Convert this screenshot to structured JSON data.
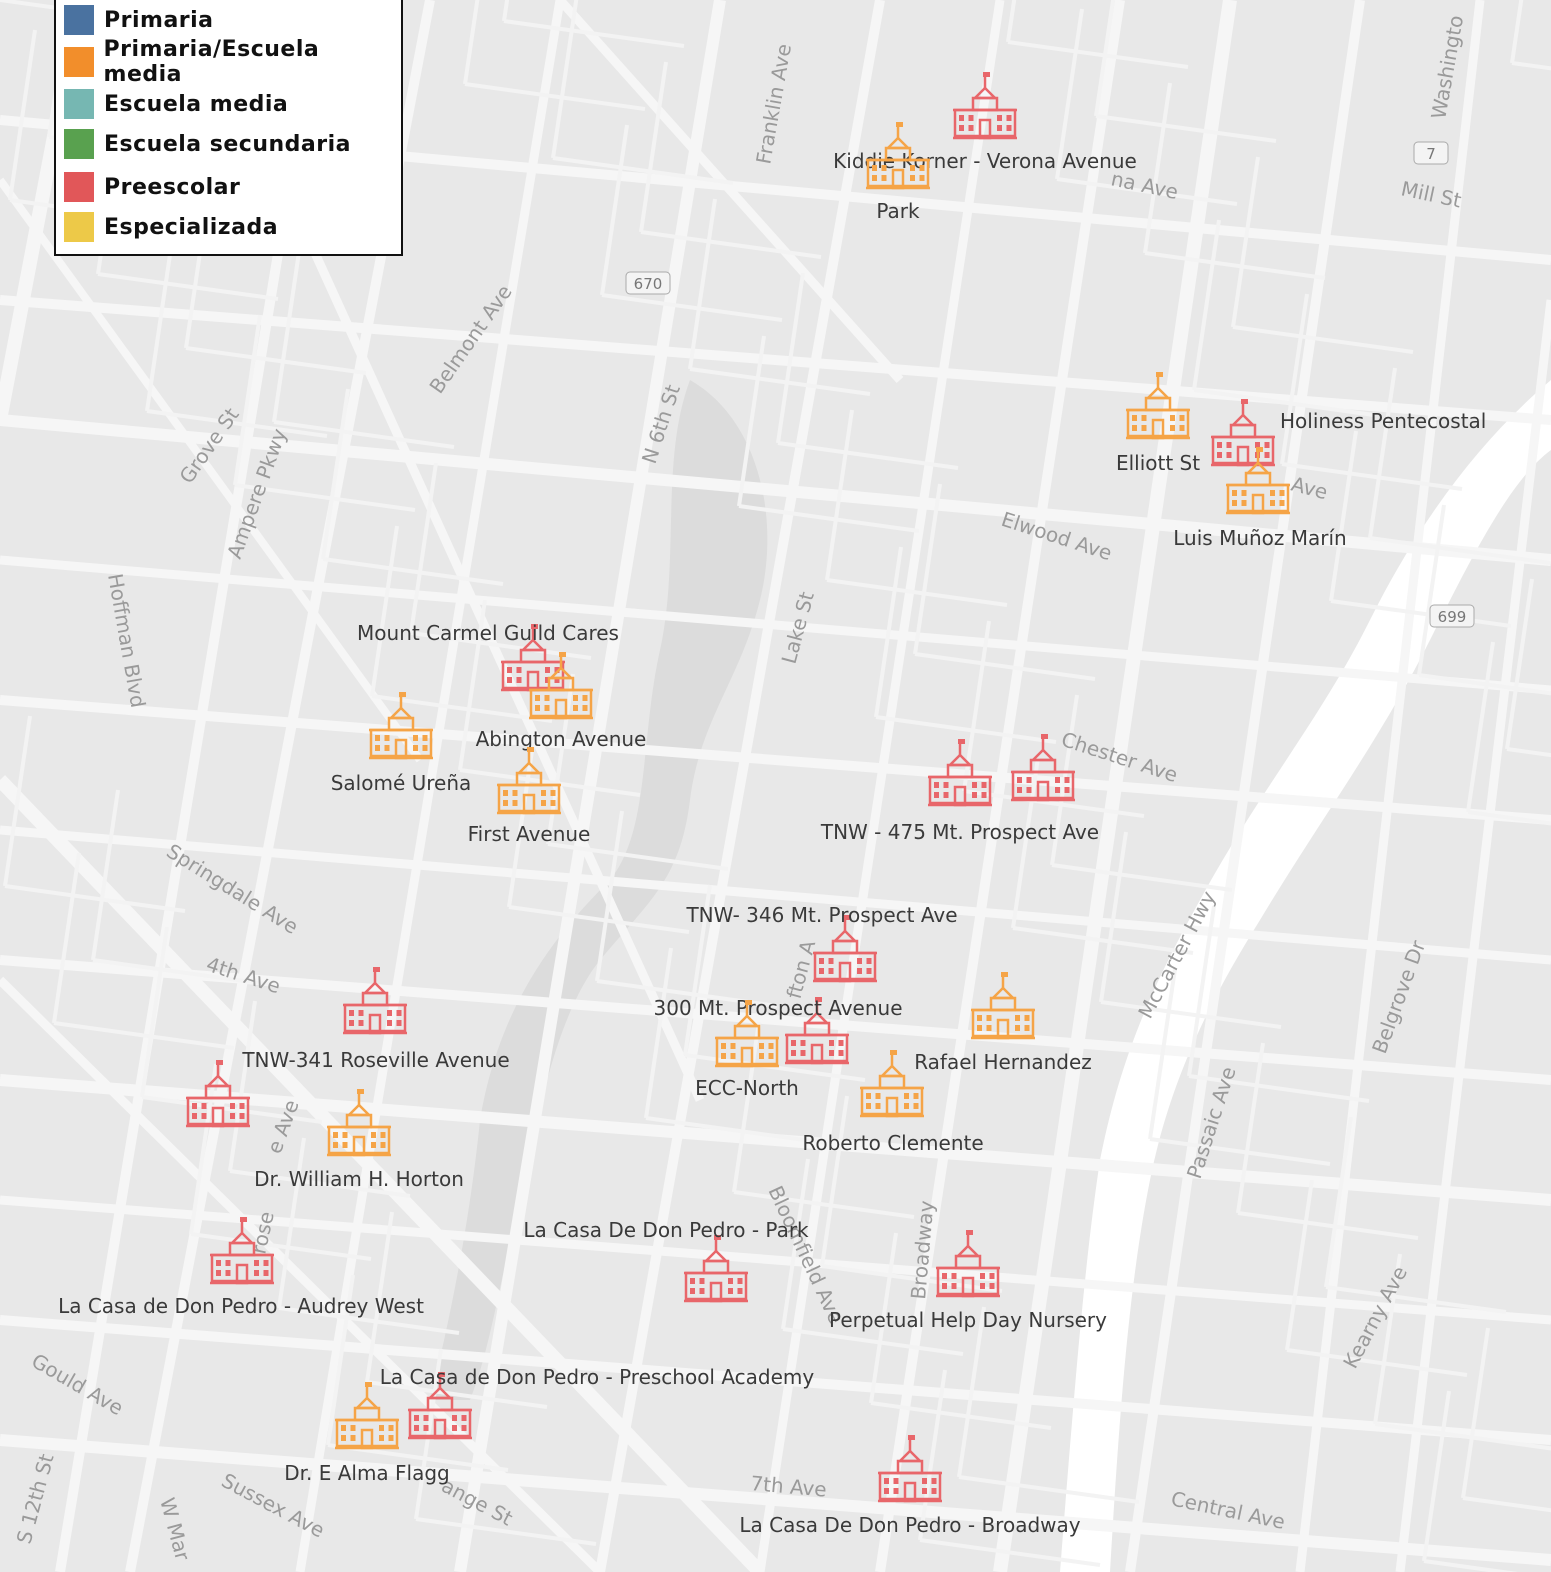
{
  "legend": [
    {
      "label": "Primaria",
      "color": "#4a72a0"
    },
    {
      "label": "Primaria/Escuela media",
      "color": "#f28e2b"
    },
    {
      "label": "Escuela media",
      "color": "#76b7b2"
    },
    {
      "label": "Escuela secundaria",
      "color": "#59a14f"
    },
    {
      "label": "Preescolar",
      "color": "#e15759"
    },
    {
      "label": "Especializada",
      "color": "#edc948"
    }
  ],
  "schools": [
    {
      "name": "Kiddie Korner - Verona Avenue",
      "type": "Preescolar"
    },
    {
      "name": "Park",
      "type": "Primaria/Escuela media"
    },
    {
      "name": "Elliott St",
      "type": "Primaria/Escuela media"
    },
    {
      "name": "Holiness Pentecostal",
      "type": "Preescolar"
    },
    {
      "name": "Luis Muñoz Marín",
      "type": "Primaria/Escuela media"
    },
    {
      "name": "Mount Carmel Guild Cares",
      "type": "Preescolar"
    },
    {
      "name": "Abington Avenue",
      "type": "Primaria/Escuela media"
    },
    {
      "name": "Salomé Ureña",
      "type": "Primaria/Escuela media"
    },
    {
      "name": "First Avenue",
      "type": "Primaria/Escuela media"
    },
    {
      "name": "TNW - 475 Mt. Prospect Ave",
      "type": "Preescolar"
    },
    {
      "name": "",
      "type": "Preescolar"
    },
    {
      "name": "TNW- 346 Mt. Prospect Ave",
      "type": "Preescolar"
    },
    {
      "name": "300 Mt. Prospect Avenue",
      "type": "Preescolar"
    },
    {
      "name": "ECC-North",
      "type": "Primaria/Escuela media"
    },
    {
      "name": "Rafael Hernandez",
      "type": "Primaria/Escuela media"
    },
    {
      "name": "Roberto Clemente",
      "type": "Primaria/Escuela media"
    },
    {
      "name": "TNW-341 Roseville Avenue",
      "type": "Preescolar"
    },
    {
      "name": "",
      "type": "Preescolar"
    },
    {
      "name": "Dr. William H. Horton",
      "type": "Primaria/Escuela media"
    },
    {
      "name": "La Casa de Don Pedro - Audrey West",
      "type": "Preescolar"
    },
    {
      "name": "La Casa De Don Pedro - Park",
      "type": "Preescolar"
    },
    {
      "name": "Perpetual Help Day Nursery",
      "type": "Preescolar"
    },
    {
      "name": "La Casa de Don Pedro - Preschool Academy",
      "type": "Preescolar"
    },
    {
      "name": "Dr. E Alma Flagg",
      "type": "Primaria/Escuela media"
    },
    {
      "name": "La Casa De Don Pedro - Broadway",
      "type": "Preescolar"
    }
  ],
  "streets": [
    "Franklin Ave",
    "Washingto",
    "Mill St",
    "Belmont Ave",
    "N 6th St",
    "Grove St",
    "Ampere Pkwy",
    "Hoffman Blvd",
    "Lake St",
    "Elwood Ave",
    "Chester Ave",
    "Springdale Ave",
    "4th Ave",
    "McCarter Hwy",
    "Passaic Ave",
    "Belgrove Dr",
    "Kearny Ave",
    "Gould Ave",
    "Sussex Ave",
    "7th Ave",
    "Central Ave",
    "S 12th St",
    "W Mar",
    "Broadway",
    "Bloomfield Ave",
    "Ave",
    "na Ave",
    "ange St",
    "e Ave",
    "rose",
    "fton A"
  ],
  "shields": [
    "670",
    "7",
    "699"
  ]
}
